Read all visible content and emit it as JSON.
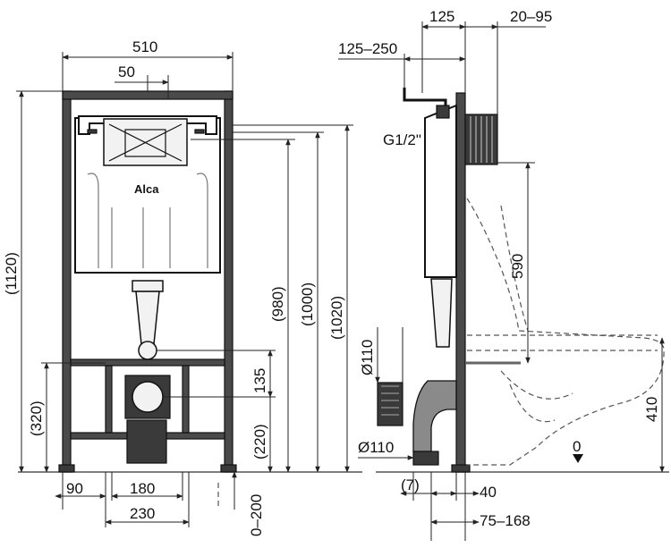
{
  "brand": "Alca",
  "front_view": {
    "dim_width": "510",
    "dim_offset": "50",
    "dim_height_total": "(1120)",
    "dim_height_980": "(980)",
    "dim_height_1000": "(1000)",
    "dim_height_1020": "(1020)",
    "dim_320": "(320)",
    "dim_220": "(220)",
    "dim_135": "135",
    "dim_90": "90",
    "dim_180": "180",
    "dim_230": "230",
    "dim_0_200": "0–200"
  },
  "side_view": {
    "dim_125": "125",
    "dim_20_95": "20–95",
    "dim_125_250": "125–250",
    "dim_g12": "G1/2\"",
    "dim_590": "590",
    "dim_110_top": "Ø110",
    "dim_110_bottom": "Ø110",
    "dim_410": "410",
    "dim_zero": "0",
    "dim_7": "(7)",
    "dim_40": "40",
    "dim_75_168": "75–168"
  }
}
